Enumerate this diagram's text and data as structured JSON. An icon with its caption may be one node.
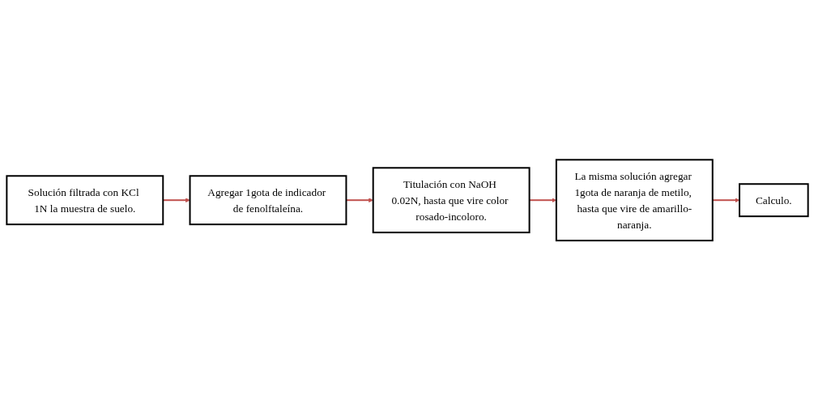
{
  "diagram": {
    "nodes": [
      {
        "text": [
          "Solución filtrada con KCl 1N la muestra de suelo."
        ]
      },
      {
        "text": [
          "Agregar 1gota de indicador de fenolftaleína."
        ]
      },
      {
        "text": [
          "Titulación con NaOH 0.02N, hasta que vire color rosado-incoloro."
        ]
      },
      {
        "text": [
          "La misma solución agregar 1gota de naranja de metilo, hasta que vire de amarillo-naranja."
        ]
      },
      {
        "text": [
          "Calculo."
        ]
      }
    ],
    "edges": [
      {
        "from": 0,
        "to": 1,
        "arrow": "to"
      },
      {
        "from": 1,
        "to": 2,
        "arrow": "to"
      },
      {
        "from": 2,
        "to": 3,
        "arrow": "to"
      },
      {
        "from": 3,
        "to": 4,
        "arrow": "to"
      }
    ]
  }
}
